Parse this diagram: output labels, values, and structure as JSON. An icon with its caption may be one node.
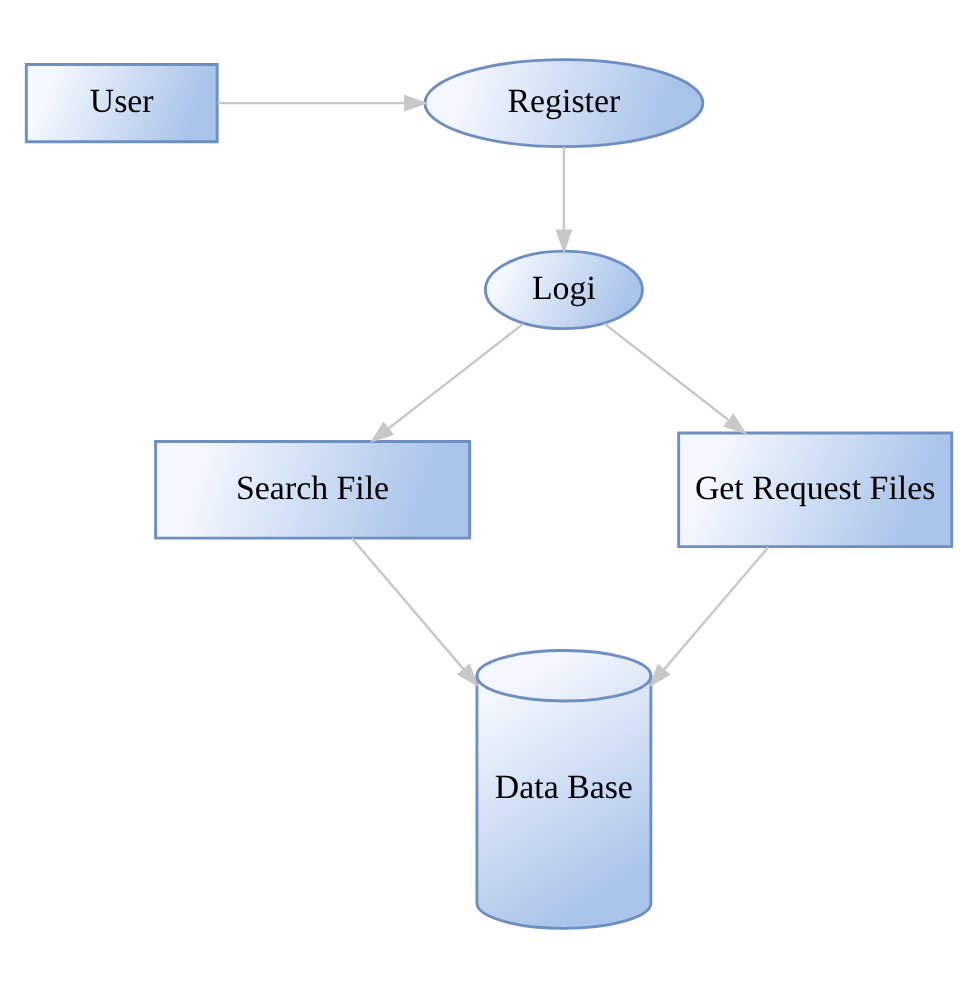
{
  "diagram": {
    "nodes": [
      {
        "text": [
          "User"
        ]
      },
      {
        "text": [
          "Register"
        ]
      },
      {
        "text": [
          "Logi"
        ]
      },
      {
        "text": [
          "Search File"
        ]
      },
      {
        "text": [
          "Get Request Files"
        ]
      },
      {
        "text": [
          "Data Base"
        ]
      }
    ],
    "edges": [
      {
        "from": 0,
        "to": 1,
        "arrow": "to"
      },
      {
        "from": 1,
        "to": 2,
        "arrow": "to"
      },
      {
        "from": 2,
        "to": 3,
        "arrow": "to"
      },
      {
        "from": 2,
        "to": 4,
        "arrow": "to"
      },
      {
        "from": 3,
        "to": 5,
        "arrow": "to"
      },
      {
        "from": 4,
        "to": 5,
        "arrow": "to"
      }
    ]
  }
}
